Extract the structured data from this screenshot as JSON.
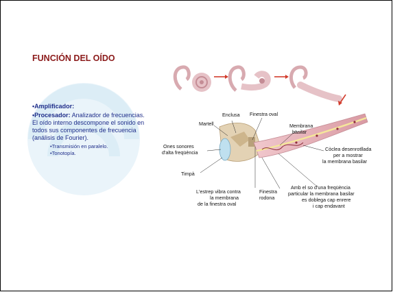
{
  "slide": {
    "title": "FUNCIÓN DEL OÍDO",
    "bullets": [
      {
        "bold": "•Amplificador:",
        "text": ""
      },
      {
        "bold": "•Procesador:",
        "text": " Analizador de frecuencias. El oído interno descompone el sonido en todos sus componentes de frecuencia (análisis de Fourier)."
      }
    ],
    "subbullets": [
      "•Transmisión en paralelo.",
      "•Tonotopía."
    ]
  },
  "diagram": {
    "labels": {
      "enclusa": "Enclusa",
      "finestra_oval": "Finestra oval",
      "martell": "Martell",
      "membrana_1": "Membrana",
      "membrana_2": "basilar",
      "ones_1": "Ones sonores",
      "ones_2": "d'alta freqüència",
      "timpa": "Timpà",
      "coclea_1": "Còclea desenrotllada",
      "coclea_2": "per a mostrar",
      "coclea_3": "la membrana basilar",
      "estrep_1": "L'estrep vibra contra",
      "estrep_2": "la membrana",
      "estrep_3": "de la finestra oval",
      "rodona_1": "Finestra",
      "rodona_2": "rodona",
      "so_1": "Amb el so d'una freqüència",
      "so_2": "particular la membrana basilar",
      "so_3": "es doblega cap enrere",
      "so_4": "i cap endavant"
    },
    "colors": {
      "arrow": "#d23c2c",
      "cochlea": "#e9b7bd",
      "bone": "#d9c7a6",
      "bubble": "#bfe0ef"
    }
  }
}
